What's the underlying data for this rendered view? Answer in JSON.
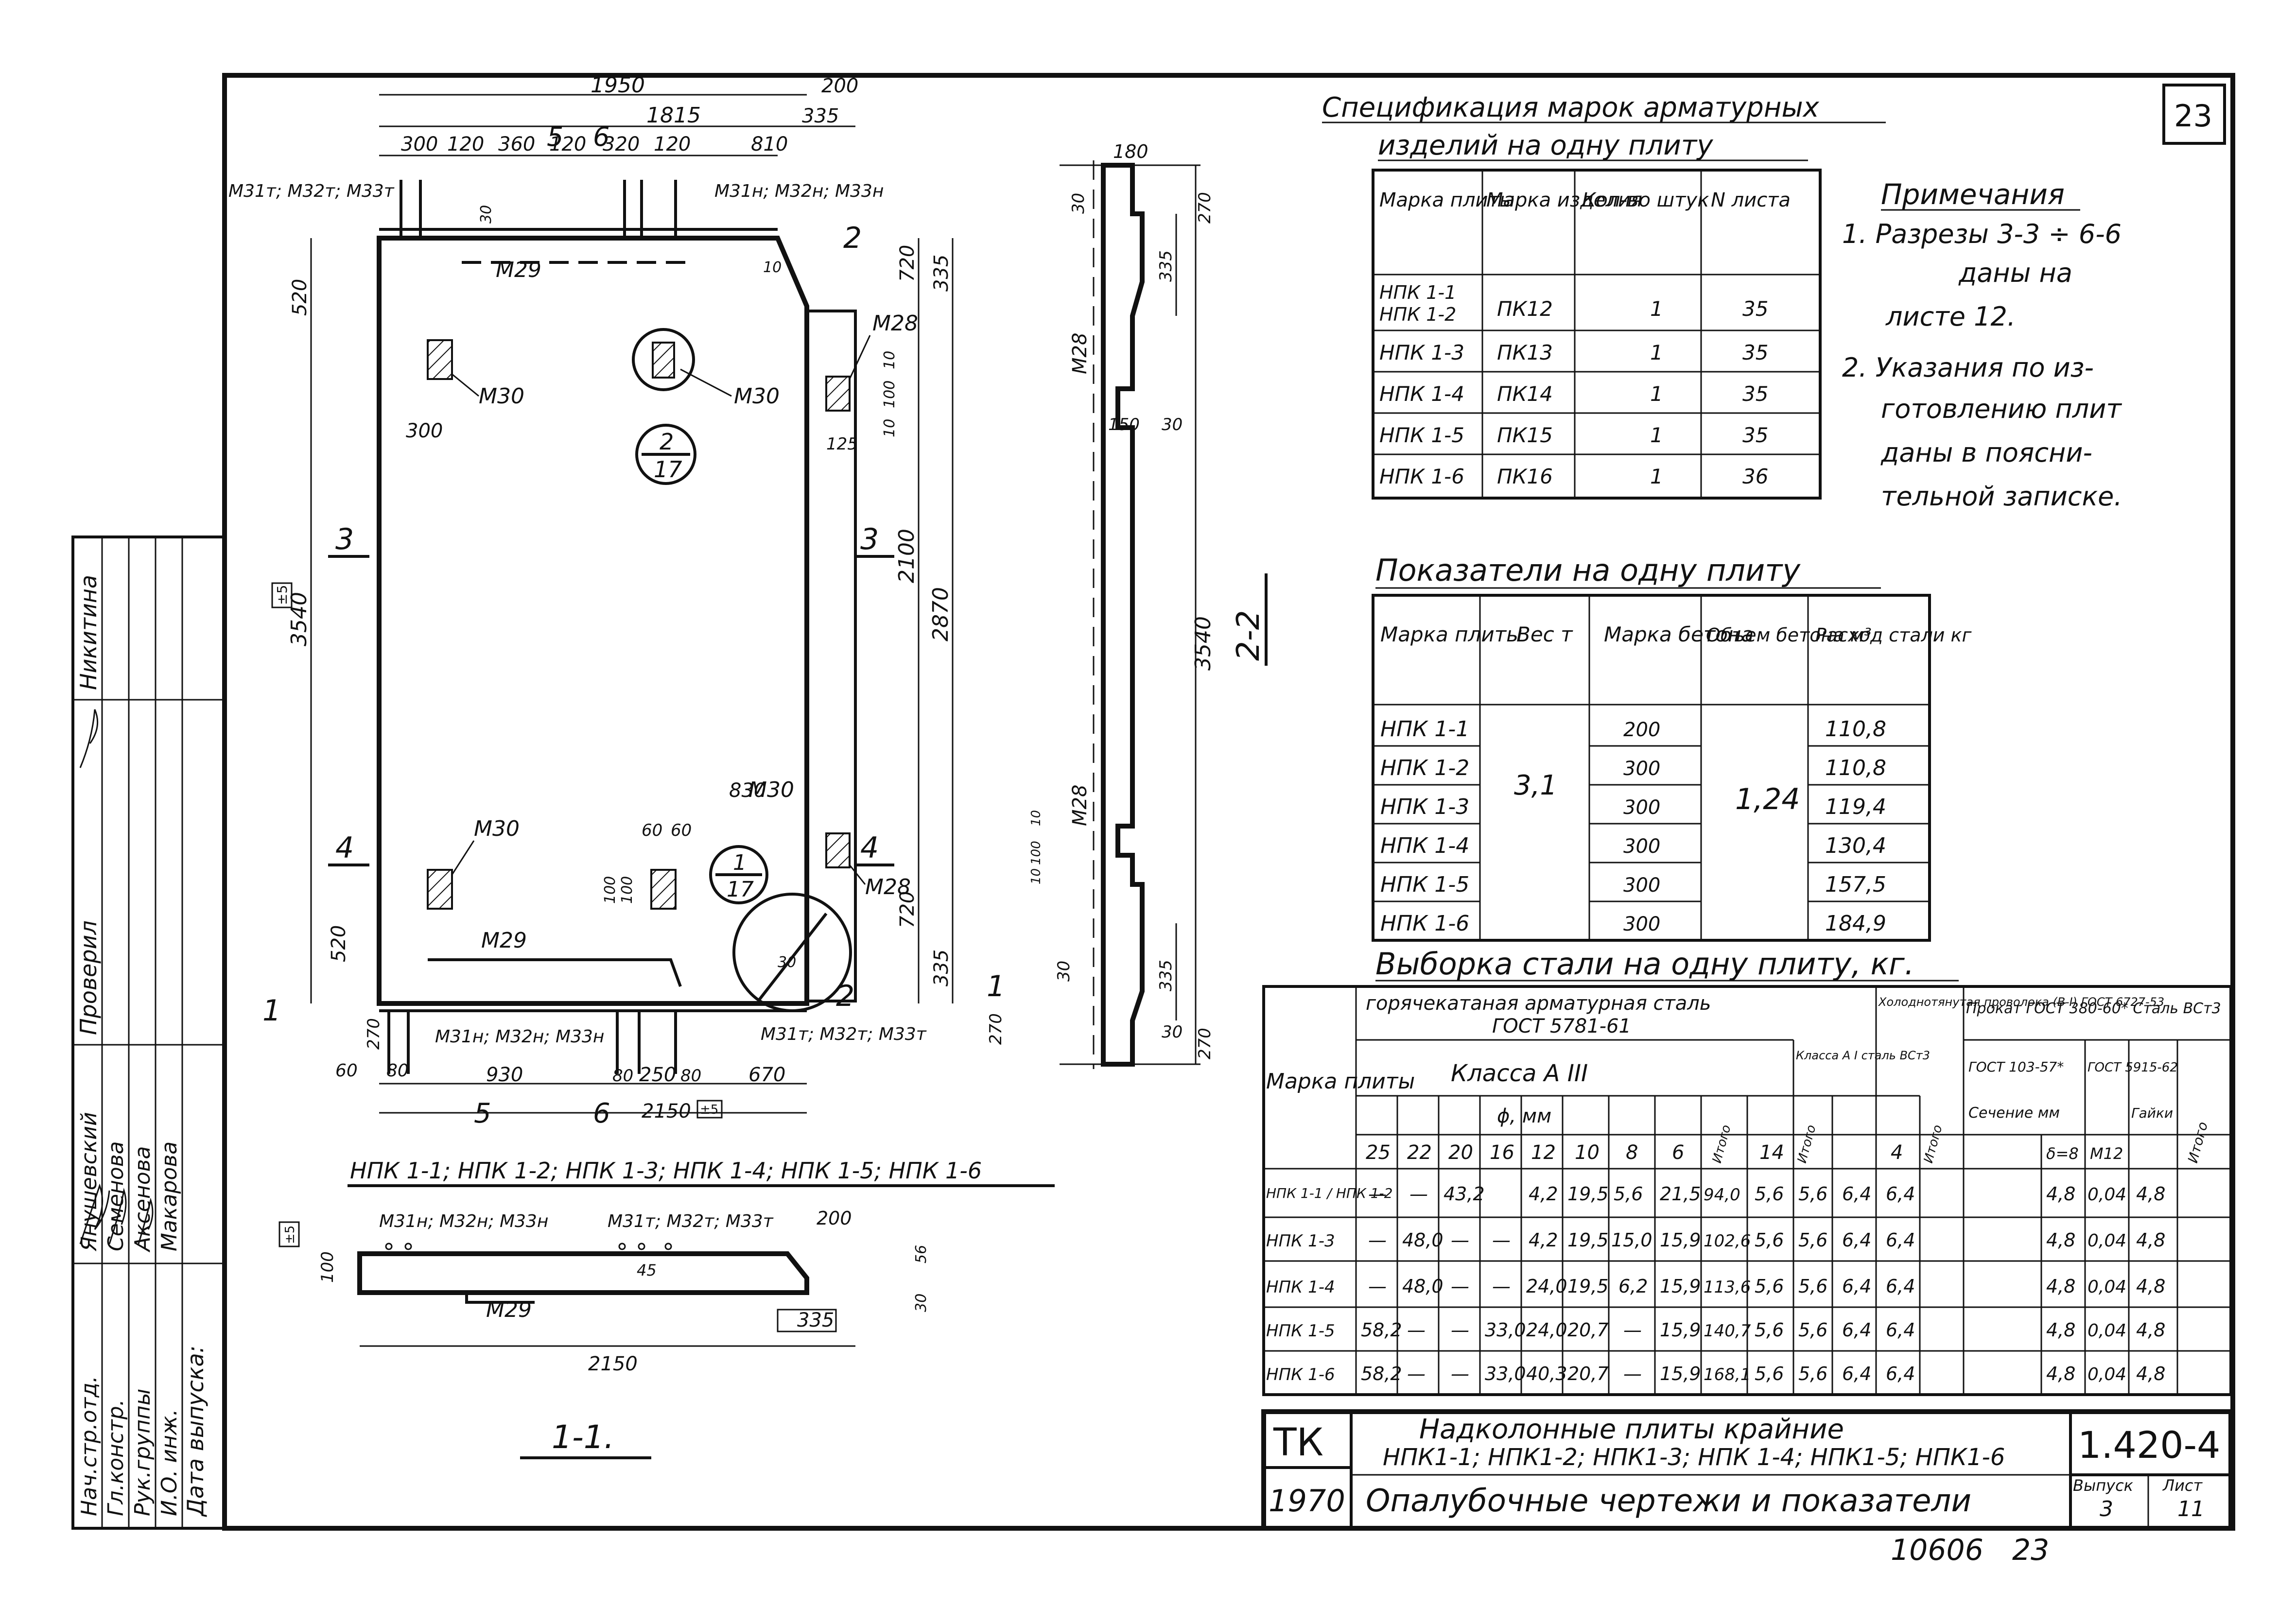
{
  "sheet_number_top": "23",
  "spec": {
    "title_1": "Спецификация марок арматурных",
    "title_2": "изделий на одну плиту",
    "headers": [
      "Марка плиты",
      "Марка изделия",
      "Кол-во штук",
      "N листа"
    ],
    "rows": [
      [
        "НПК 1-1",
        "",
        "",
        ""
      ],
      [
        "НПК 1-2",
        "ПК12",
        "1",
        "35"
      ],
      [
        "НПК 1-3",
        "ПК13",
        "1",
        "35"
      ],
      [
        "НПК 1-4",
        "ПК14",
        "1",
        "35"
      ],
      [
        "НПК 1-5",
        "ПК15",
        "1",
        "35"
      ],
      [
        "НПК 1-6",
        "ПК16",
        "1",
        "36"
      ]
    ]
  },
  "notes": {
    "title": "Примечания",
    "lines": [
      "1. Разрезы 3-3 ÷ 6-6",
      "даны на",
      "листе 12.",
      "2. Указания по из-",
      "готовлению плит",
      "даны в поясни-",
      "тельной записке."
    ]
  },
  "indicators": {
    "title": "Показатели на одну плиту",
    "headers": [
      "Марка плиты",
      "Вес т",
      "Марка бетона",
      "Объем бетона м³",
      "Расход стали кг"
    ],
    "weight": "3,1",
    "volume": "1,24",
    "rows": [
      [
        "НПК 1-1",
        "200",
        "110,8"
      ],
      [
        "НПК 1-2",
        "300",
        "110,8"
      ],
      [
        "НПК 1-3",
        "300",
        "119,4"
      ],
      [
        "НПК 1-4",
        "300",
        "130,4"
      ],
      [
        "НПК 1-5",
        "300",
        "157,5"
      ],
      [
        "НПК 1-6",
        "300",
        "184,9"
      ]
    ]
  },
  "steel": {
    "title": "Выборка стали на одну плиту, кг.",
    "h_group1": "горячекатаная арматурная сталь",
    "h_group1b": "ГОСТ 5781-61",
    "h_class3": "Класса A III",
    "h_class1": "Класса A I сталь ВСт3",
    "h_wire": "Холоднотянутая проволока (B-I) ГОСТ 6727-53",
    "h_rolled": "Прокат ГОСТ 380-60* Сталь ВСт3",
    "h_gost1": "ГОСТ 103-57*",
    "h_gost2": "ГОСТ 5915-62",
    "h_section": "Сечение мм",
    "h_mark": "Марка плиты",
    "h_phi": "ϕ, мм",
    "h_total": "Итого",
    "h_delta": "δ=8",
    "h_nuts": "Гайки",
    "diameters": [
      "25",
      "22",
      "20",
      "16",
      "12",
      "10",
      "8",
      "6",
      "Итого",
      "14",
      "Итого",
      "4",
      "Итого",
      "δ=8",
      "М12",
      "Итого"
    ],
    "rows": [
      [
        "НПК 1-1 / НПК 1-2",
        "—",
        "—",
        "43,2",
        "",
        "4,2",
        "19,5",
        "5,6",
        "21,5",
        "94,0",
        "5,6",
        "5,6",
        "6,4",
        "6,4",
        "4,8",
        "0,04",
        "4,8"
      ],
      [
        "НПК 1-3",
        "—",
        "48,0",
        "—",
        "—",
        "4,2",
        "19,5",
        "15,0",
        "15,9",
        "102,6",
        "5,6",
        "5,6",
        "6,4",
        "6,4",
        "4,8",
        "0,04",
        "4,8"
      ],
      [
        "НПК 1-4",
        "—",
        "48,0",
        "—",
        "—",
        "24,0",
        "19,5",
        "6,2",
        "15,9",
        "113,6",
        "5,6",
        "5,6",
        "6,4",
        "6,4",
        "4,8",
        "0,04",
        "4,8"
      ],
      [
        "НПК 1-5",
        "58,2",
        "—",
        "—",
        "33,0",
        "24,0",
        "20,7",
        "—",
        "15,9",
        "140,7",
        "5,6",
        "5,6",
        "6,4",
        "6,4",
        "4,8",
        "0,04",
        "4,8"
      ],
      [
        "НПК 1-6",
        "58,2",
        "—",
        "—",
        "33,0",
        "40,3",
        "20,7",
        "—",
        "15,9",
        "168,1",
        "5,6",
        "5,6",
        "6,4",
        "6,4",
        "4,8",
        "0,04",
        "4,8"
      ]
    ]
  },
  "title_block": {
    "tk": "ТК",
    "year": "1970",
    "title_1": "Надколонные плиты крайние",
    "title_2": "НПК1-1; НПК1-2; НПК1-3; НПК 1-4; НПК1-5; НПК1-6",
    "title_3": "Опалубочные чертежи и показатели",
    "code": "1.420-4",
    "issue_label": "Выпуск",
    "issue": "3",
    "sheet_label": "Лист",
    "sheet": "11",
    "archive": "10606",
    "archive_sheet": "23"
  },
  "stamp": {
    "roles": [
      "Нач.стр.отд.",
      "Гл.констр.",
      "Рук.группы",
      "И.О. инж.",
      "Дата выпуска:"
    ],
    "names": [
      "Янушевский",
      "Семенова",
      "Аксенова",
      "Макарова"
    ],
    "checked": "Проверил",
    "checker": "Никитина"
  },
  "plan": {
    "dims_top": [
      "1950",
      "200",
      "1815",
      "335",
      "300",
      "120",
      "360",
      "120",
      "320",
      "120",
      "810"
    ],
    "marks_top_left": "М31т; М32т; М33т",
    "marks_top_right": "М31н; М32н; М33н",
    "dims_left": [
      "520",
      "3540",
      "520",
      "270",
      "60",
      "80"
    ],
    "dims_right": [
      "720",
      "335",
      "2100",
      "2870",
      "720",
      "335",
      "270"
    ],
    "dims_bottom": [
      "930",
      "80",
      "250",
      "80",
      "670",
      "2150"
    ],
    "labels": [
      "М29",
      "М30",
      "М30",
      "М28",
      "М30",
      "М30",
      "М28",
      "М29",
      "830",
      "300",
      "60",
      "60",
      "100",
      "100",
      "125",
      "10",
      "100",
      "10",
      "30",
      "10",
      "30"
    ],
    "marks_bottom_left": "М31н; М32н; М33н",
    "marks_bottom_right": "М31т; М32т; М33т",
    "section_marks": [
      "1",
      "1",
      "2",
      "2",
      "3",
      "3",
      "4",
      "4",
      "5",
      "6"
    ],
    "callout_1": [
      "2",
      "17"
    ],
    "callout_2": [
      "1",
      "17"
    ],
    "tol_1": "±5",
    "tol_2": "±5"
  },
  "side": {
    "title": "2-2",
    "dims": [
      "180",
      "30",
      "270",
      "335",
      "М28",
      "150",
      "30",
      "3540",
      "М28",
      "10",
      "100",
      "10",
      "335",
      "30",
      "270",
      "30"
    ]
  },
  "section11": {
    "label": "НПК 1-1; НПК 1-2; НПК 1-3; НПК 1-4; НПК 1-5; НПК 1-6",
    "marks_left": "М31н; М32н; М33н",
    "marks_right": "М31т; М32т; М33т",
    "dims": [
      "200",
      "56",
      "100",
      "30",
      "45",
      "335",
      "М29",
      "2150"
    ],
    "tol": "±5",
    "title": "1-1."
  }
}
